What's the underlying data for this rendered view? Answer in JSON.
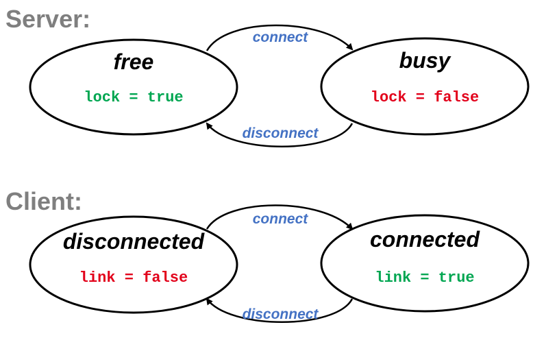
{
  "colors": {
    "true_value": "#00a651",
    "false_value": "#e2001a",
    "transition_label": "#4472c4",
    "section_title": "#7f7f7f"
  },
  "server": {
    "title": "Server:",
    "states": {
      "free": {
        "name": "free",
        "var": "lock = true",
        "var_color": "#00a651"
      },
      "busy": {
        "name": "busy",
        "var": "lock = false",
        "var_color": "#e2001a"
      }
    },
    "transitions": {
      "connect": "connect",
      "disconnect": "disconnect"
    }
  },
  "client": {
    "title": "Client:",
    "states": {
      "disconnected": {
        "name": "disconnected",
        "var": "link = false",
        "var_color": "#e2001a"
      },
      "connected": {
        "name": "connected",
        "var": "link = true",
        "var_color": "#00a651"
      }
    },
    "transitions": {
      "connect": "connect",
      "disconnect": "disconnect"
    }
  }
}
